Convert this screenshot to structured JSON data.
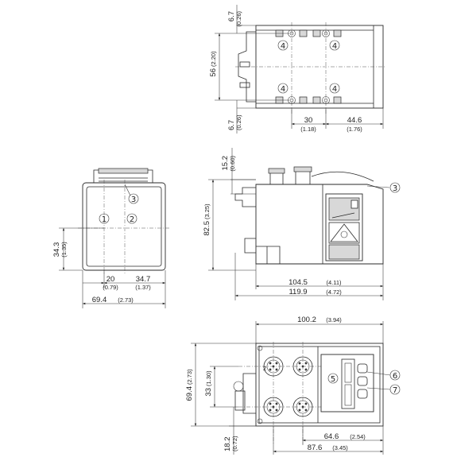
{
  "top_view": {
    "dim_top": {
      "value": "6.7",
      "inch": "(0.26)"
    },
    "dim_height": {
      "value": "56",
      "inch": "(2.20)"
    },
    "dim_bottom": {
      "value": "6.7",
      "inch": "(0.26)"
    },
    "dim_30": {
      "value": "30",
      "inch": "(1.18)"
    },
    "dim_44_6": {
      "value": "44.6",
      "inch": "(1.76)"
    },
    "callout": "4"
  },
  "side_view": {
    "dim_15_2": {
      "value": "15.2",
      "inch": "(0.60)"
    },
    "dim_82_5": {
      "value": "82.5",
      "inch": "(3.25)"
    },
    "dim_104_5": {
      "value": "104.5",
      "inch": "(4.11)"
    },
    "dim_119_9": {
      "value": "119.9",
      "inch": "(4.72)"
    },
    "callout": "3"
  },
  "front_view": {
    "callout_1": "1",
    "callout_2": "2",
    "callout_3": "3",
    "dim_34_3": {
      "value": "34.3",
      "inch": "(1.35)"
    },
    "dim_20": {
      "value": "20",
      "inch": "(0.79)"
    },
    "dim_34_7": {
      "value": "34.7",
      "inch": "(1.37)"
    },
    "dim_69_4": {
      "value": "69.4",
      "inch": "(2.73)"
    }
  },
  "bottom_view": {
    "dim_100_2": {
      "value": "100.2",
      "inch": "(3.94)"
    },
    "dim_69_4": {
      "value": "69.4",
      "inch": "(2.73)"
    },
    "dim_33": {
      "value": "33",
      "inch": "(1.30)"
    },
    "dim_18_2": {
      "value": "18.2",
      "inch": "(0.72)"
    },
    "dim_64_6": {
      "value": "64.6",
      "inch": "(2.54)"
    },
    "dim_87_6": {
      "value": "87.6",
      "inch": "(3.45)"
    },
    "callout_5": "5",
    "callout_6": "6",
    "callout_7": "7",
    "connector_label": "2"
  }
}
